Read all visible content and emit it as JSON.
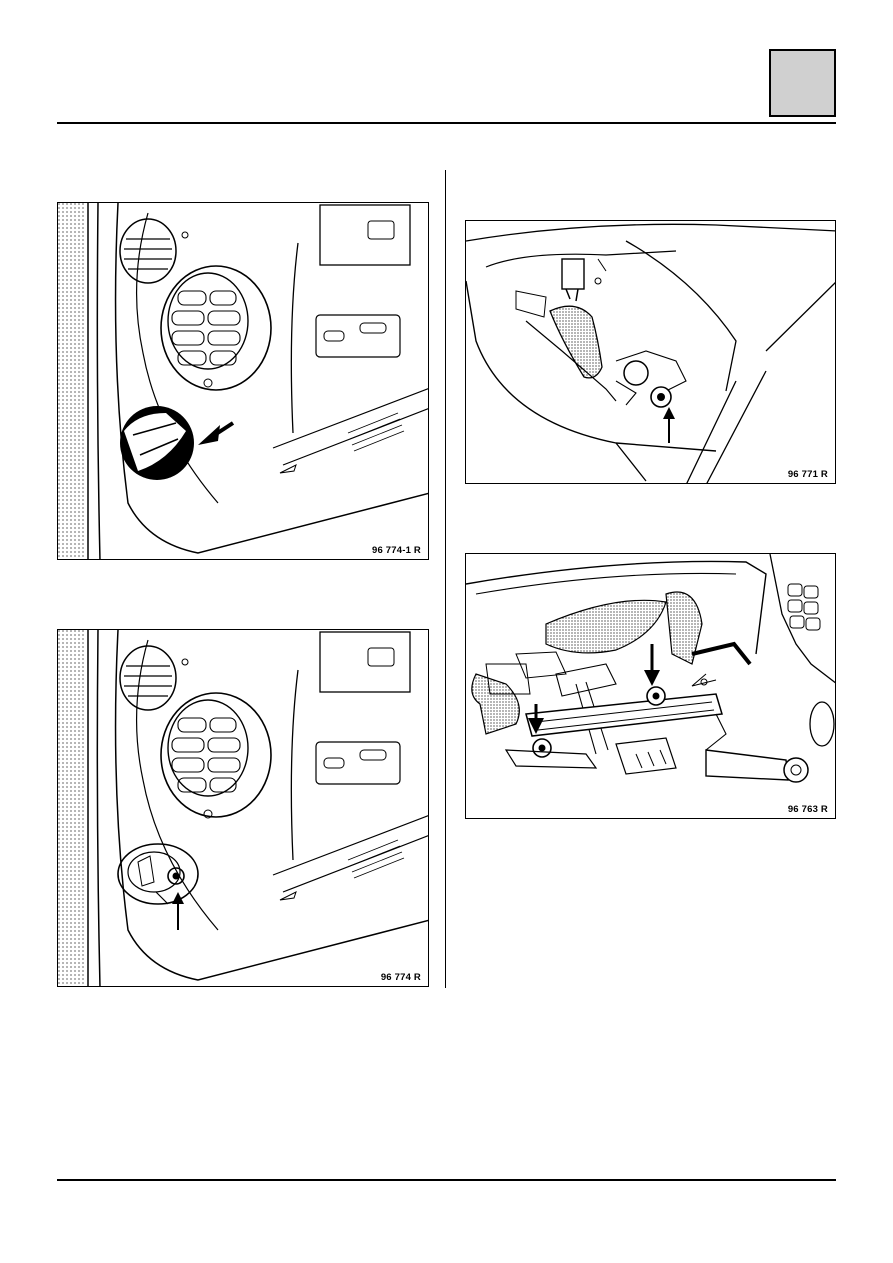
{
  "figures": [
    {
      "id": "fig1",
      "label": "96 774-1 R"
    },
    {
      "id": "fig2",
      "label": "96 774 R"
    },
    {
      "id": "fig3",
      "label": "96 771 R"
    },
    {
      "id": "fig4",
      "label": "96 763 R"
    }
  ],
  "colors": {
    "corner_box": "#d0d0d0",
    "ink": "#000000"
  }
}
